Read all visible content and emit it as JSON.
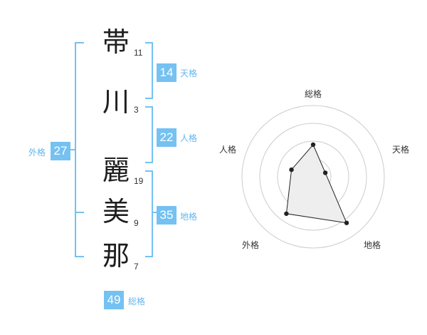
{
  "name": {
    "characters": [
      {
        "char": "帯",
        "strokes": "11"
      },
      {
        "char": "川",
        "strokes": "3"
      },
      {
        "char": "麗",
        "strokes": "19"
      },
      {
        "char": "美",
        "strokes": "9"
      },
      {
        "char": "那",
        "strokes": "7"
      }
    ]
  },
  "fortunes": {
    "tenkaku": {
      "value": "14",
      "label": "天格"
    },
    "jinkaku": {
      "value": "22",
      "label": "人格"
    },
    "chikaku": {
      "value": "35",
      "label": "地格"
    },
    "gaikaku": {
      "value": "27",
      "label": "外格"
    },
    "soukaku": {
      "value": "49",
      "label": "総格"
    }
  },
  "radar": {
    "labels": {
      "top": "総格",
      "right": "天格",
      "bottom_right": "地格",
      "bottom_left": "外格",
      "left": "人格"
    },
    "colors": {
      "bracket": "#74c1f2",
      "ring": "#cccccc",
      "fill": "#eeeeee",
      "stroke": "#222222"
    },
    "levels": [
      0.45,
      0.18,
      0.8,
      0.64,
      0.32
    ]
  }
}
